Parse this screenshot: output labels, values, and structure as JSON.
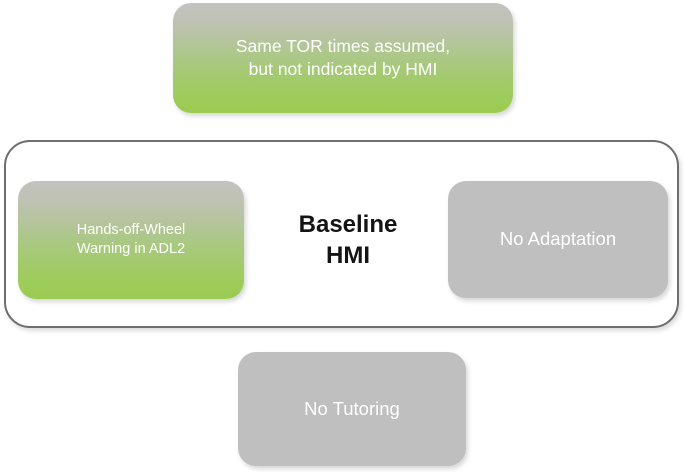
{
  "diagram": {
    "title": "Baseline HMI concept diagram",
    "colors": {
      "gradient_top": "#c2c2c0",
      "gradient_bottom": "#9bcb51",
      "flat_gray": "#bfbfbf",
      "container_border": "#6e6e6e",
      "card_text": "#ffffff",
      "title_text": "#141414",
      "background": "#ffffff"
    },
    "top_card": {
      "label": "Same TOR times assumed,\nbut not indicated by HMI",
      "style": "gradient-gray-green"
    },
    "container": {
      "center_title": "Baseline\nHMI",
      "left_card": {
        "label": "Hands-off-Wheel\nWarning in ADL2",
        "style": "gradient-gray-green"
      },
      "right_card": {
        "label": "No Adaptation",
        "style": "flat-gray"
      }
    },
    "bottom_card": {
      "label": "No Tutoring",
      "style": "flat-gray"
    }
  }
}
